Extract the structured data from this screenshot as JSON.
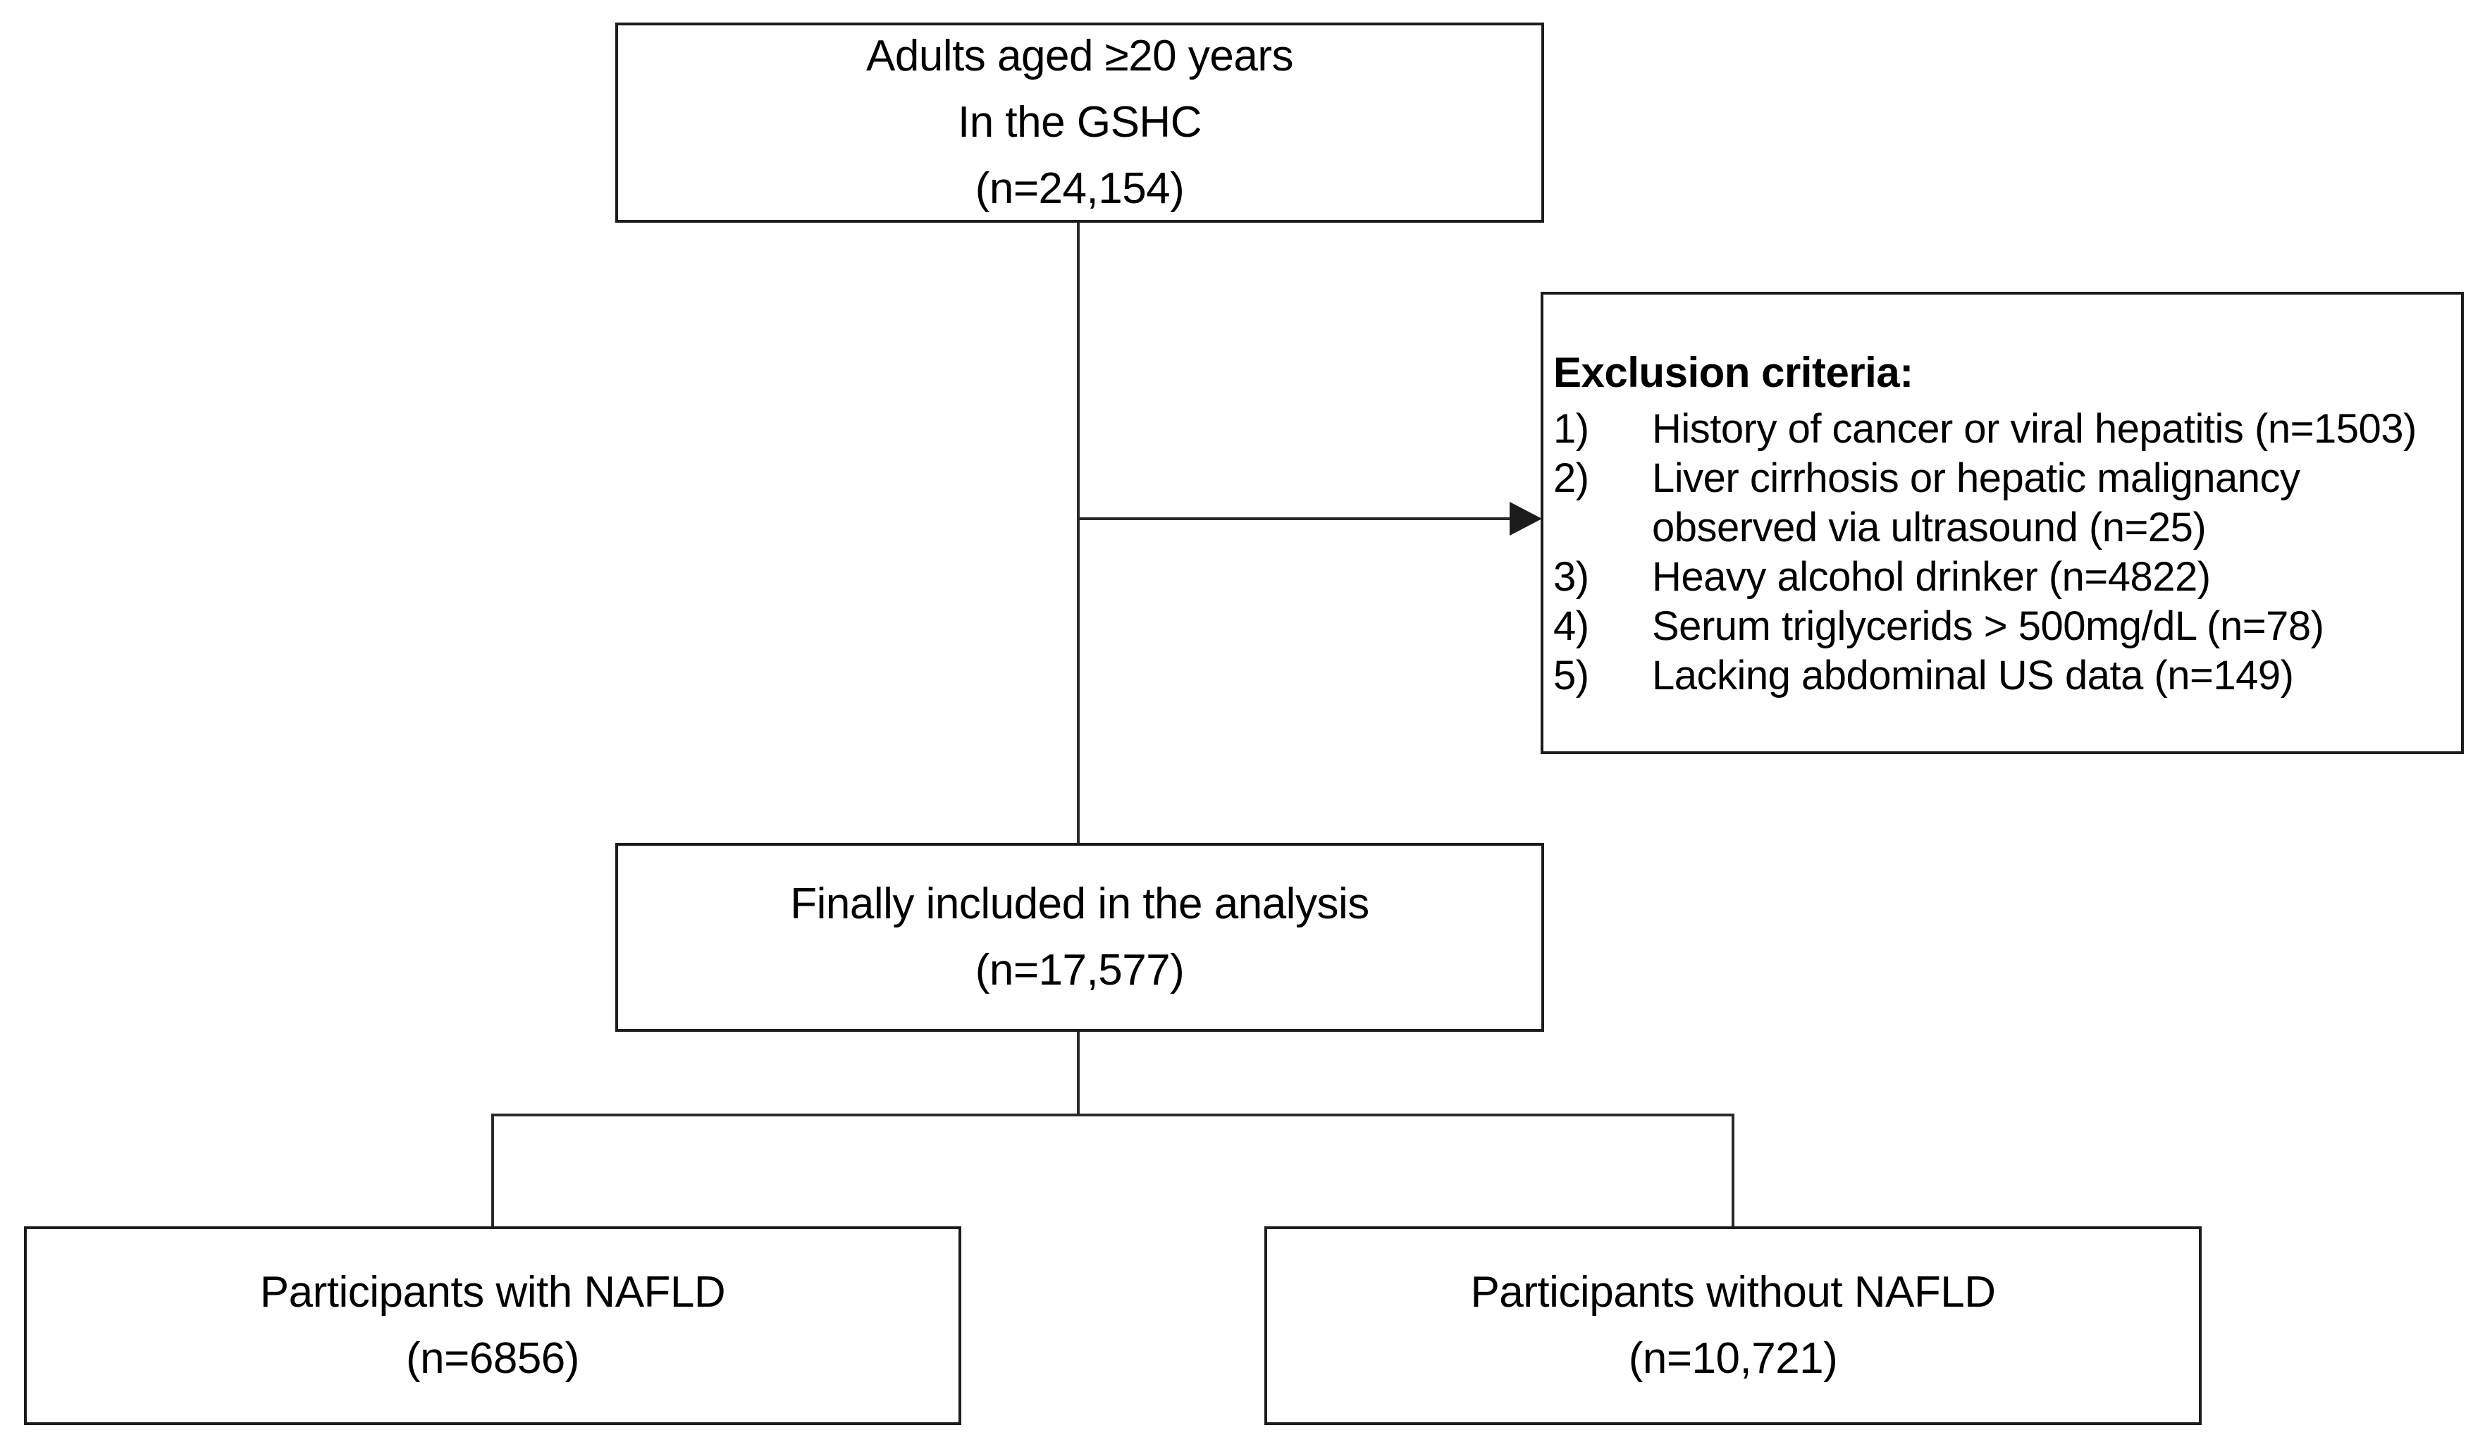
{
  "colors": {
    "background": "#ffffff",
    "line": "#1c1c1c",
    "text": "#000000"
  },
  "boxes": {
    "adults": {
      "line1": "Adults aged ≥20 years",
      "line2": "In the GSHC",
      "line3": "(n=24,154)"
    },
    "exclusion": {
      "title": "Exclusion criteria:",
      "items": [
        {
          "num": "1)",
          "text": "History of cancer or viral hepatitis (n=1503)"
        },
        {
          "num": "2)",
          "text": "Liver cirrhosis or hepatic malignancy observed via ultrasound (n=25)"
        },
        {
          "num": "3)",
          "text": "Heavy alcohol drinker (n=4822)"
        },
        {
          "num": "4)",
          "text": "Serum triglycerids > 500mg/dL (n=78)"
        },
        {
          "num": "5)",
          "text": "Lacking abdominal US data (n=149)"
        }
      ]
    },
    "final": {
      "line1": "Finally included in the analysis",
      "line2": "(n=17,577)"
    },
    "nafld": {
      "line1": "Participants with NAFLD",
      "line2": "(n=6856)"
    },
    "no_nafld": {
      "line1": "Participants without NAFLD",
      "line2": "(n=10,721)"
    }
  }
}
